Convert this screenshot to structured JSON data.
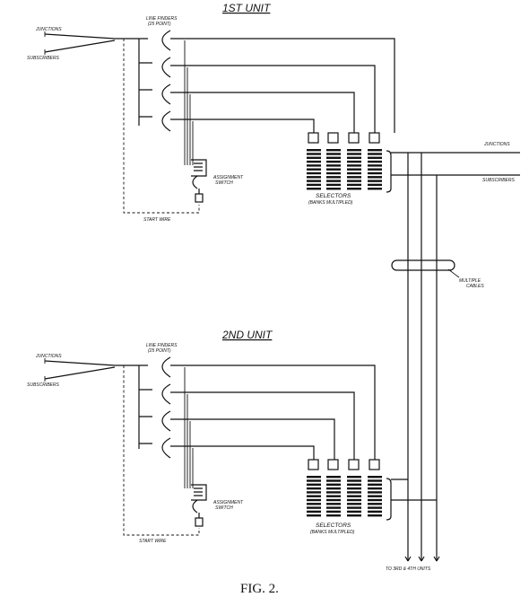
{
  "units": [
    {
      "title": "1ST UNIT",
      "line_finders_label": "LINE FINDERS",
      "line_finders_sub": "(25 POINT)",
      "junctions_label": "JUNCTIONS",
      "subscribers_label": "SUBSCRIBERS",
      "assignment_label": "ASSIGNMENT",
      "assignment_sub": "SWITCH",
      "start_wire_label": "START WIRE",
      "selectors_label": "SELECTORS",
      "selectors_sub": "(BANKS MULTIPLED)"
    },
    {
      "title": "2ND UNIT",
      "line_finders_label": "LINE FINDERS",
      "line_finders_sub": "(25 POINT)",
      "junctions_label": "JUNCTIONS",
      "subscribers_label": "SUBSCRIBERS",
      "assignment_label": "ASSIGNMENT",
      "assignment_sub": "SWITCH",
      "start_wire_label": "START WIRE",
      "selectors_label": "SELECTORS",
      "selectors_sub": "(BANKS MULTIPLED)"
    }
  ],
  "right_junctions_label": "JUNCTIONS",
  "right_subscribers_label": "SUBSCRIBERS",
  "multiple_cables_label": "MULTIPLE",
  "multiple_cables_sub": "CABLES",
  "bottom_label": "TO 3RD & 4TH UNITS",
  "caption": "FIG. 2."
}
